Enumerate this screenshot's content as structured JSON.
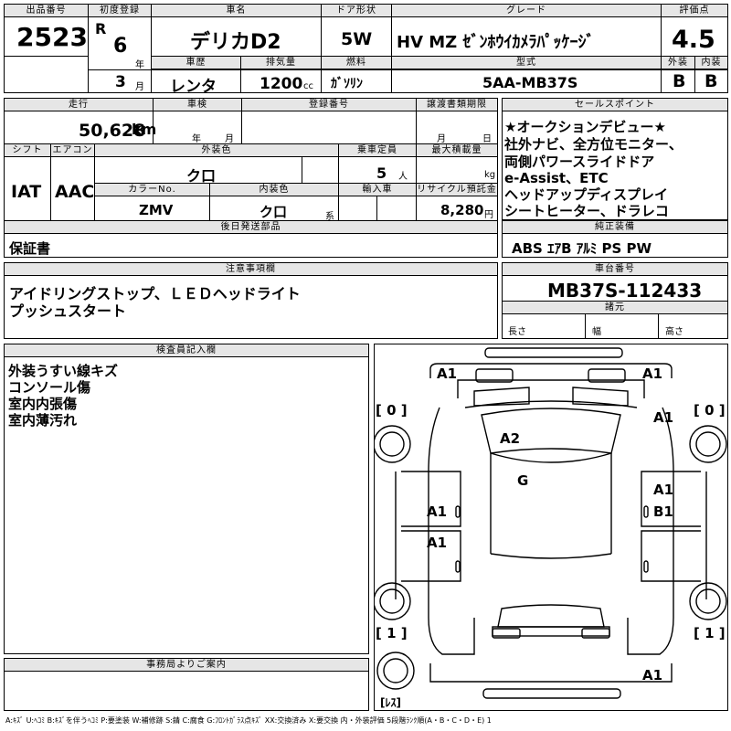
{
  "labels": {
    "lot_no": "出品番号",
    "first_reg": "初度登録",
    "car_name": "車名",
    "door": "ドア形状",
    "grade": "グレード",
    "score": "評価点",
    "history": "車歴",
    "displacement": "排気量",
    "fuel": "燃料",
    "model": "型式",
    "exterior": "外装",
    "interior": "内装",
    "mileage": "走行",
    "inspection": "車検",
    "reg_no": "登録番号",
    "transfer_doc": "譲渡書類期限",
    "sales_point": "セールスポイント",
    "shift": "シフト",
    "aircon": "エアコン",
    "ext_color": "外装色",
    "capacity": "乗車定員",
    "max_load": "最大積載量",
    "color_no": "カラーNo.",
    "int_color": "内装色",
    "import": "輸入車",
    "recycle": "リサイクル預託金",
    "later_parts": "後日発送部品",
    "genuine": "純正装備",
    "notes": "注意事項欄",
    "chassis": "車台番号",
    "specs": "諸元",
    "length": "長さ",
    "width": "幅",
    "height": "高さ",
    "inspector": "検査員記入欄",
    "office": "事務局よりご案内",
    "unit_year": "年",
    "unit_month": "月",
    "unit_cc": "cc",
    "unit_km": "km",
    "unit_people": "人",
    "unit_kg": "kg",
    "unit_yen": "円",
    "unit_kei": "系",
    "era": "R"
  },
  "values": {
    "lot_no": "2523",
    "reg_year": "6",
    "reg_month": "3",
    "car_name": "デリカD2",
    "door": "5W",
    "grade": "HV MZ ｾﾞﾝﾎｳｲｶﾒﾗﾊﾟｯｹｰｼﾞ",
    "score": "4.5",
    "history": "レンタ",
    "displacement": "1200",
    "fuel": "ｶﾞｿﾘﾝ",
    "model": "5AA-MB37S",
    "exterior": "B",
    "interior": "B",
    "mileage": "50,628",
    "shift": "IAT",
    "aircon": "AAC",
    "ext_color": "ク口",
    "capacity": "5",
    "color_no": "ZMV",
    "int_color": "ク口",
    "recycle": "8,280",
    "later_parts": "保証書",
    "genuine": "ABS ｴｱB ｱﾙﾐ PS PW",
    "chassis": "MB37S-112433",
    "sales_points": [
      "★オークションデビュー★",
      "社外ナビ、全方位モニター、",
      "両側パワースライドドア",
      "e-Assist、ETC",
      "ヘッドアップディスプレイ",
      "シートヒーター、ドラレコ"
    ],
    "notes": [
      "アイドリングストップ、ＬＥＤヘッドライト",
      "プッシュスタート"
    ],
    "inspector_notes": [
      "外装うすい線キズ",
      "コンソール傷",
      "室内内張傷",
      "室内薄汚れ"
    ]
  },
  "diagram": {
    "marks": {
      "front_left": "A1",
      "front_right": "A1",
      "right_front_fender": "A1",
      "hood_glass": "A2",
      "roof": "G",
      "left_front_door": "A1",
      "right_front_door": "A1",
      "right_rear_door": "B1",
      "left_rear_door": "A1",
      "rear_right": "A1"
    },
    "tire_front_left": "[ 0 ]",
    "tire_front_right": "[ 0 ]",
    "tire_rear_left": "[ 1 ]",
    "tire_rear_right": "[ 1 ]",
    "spare": "[ﾚｽ]"
  },
  "legend": "A:ｷｽﾞ U:ﾍｺﾐ B:ｷｽﾞを伴うﾍｺﾐ P:要塗装 W:補修跡 S:錆 C:腐食 G:ﾌﾛﾝﾄｶﾞﾗｽ点ｷｽﾞ XX:交換済み X:要交換 内・外装評価 5段階ﾗﾝｸ順(A・B・C・D・E) 1"
}
